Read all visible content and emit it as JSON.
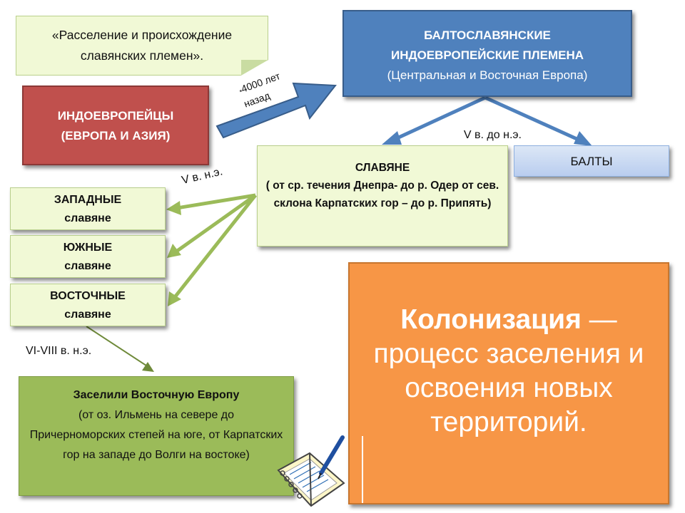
{
  "slide": {
    "title_note": "«Расселение и происхождение славянских племен».",
    "indo": {
      "line1": "ИНДОЕВРОПЕЙЦЫ",
      "line2": "(ЕВРОПА И  АЗИЯ)"
    },
    "balto": {
      "line1": "БАЛТОСЛАВЯНСКИЕ",
      "line2": "ИНДОЕВРОПЕЙСКИЕ ПЛЕМЕНА",
      "line3": "(Центральная и Восточная Европа)"
    },
    "years_ago": "4000 лет назад",
    "v_bc": "V в. до н.э.",
    "slavs": {
      "title": "СЛАВЯНЕ",
      "desc": "( от ср. течения Днепра- до р. Одер от сев. склона Карпатских гор – до р. Припять)"
    },
    "balty": "БАЛТЫ",
    "v_ad": "V в. н.э.",
    "west": {
      "name": "ЗАПАДНЫЕ",
      "sub": "славяне"
    },
    "south": {
      "name": "ЮЖНЫЕ",
      "sub": "славяне"
    },
    "east": {
      "name": "ВОСТОЧНЫЕ",
      "sub": "славяне"
    },
    "vi_viii": "VI-VIII в. н.э.",
    "settled": {
      "title": "Заселили Восточную Европу",
      "desc": "(от оз. Ильмень на севере до Причерноморских степей на юге, от  Карпатских гор на западе до Волги на востоке)"
    },
    "colonization": {
      "term": "Колонизация",
      "dash": " —",
      "definition": "процесс заселения и освоения новых территорий."
    }
  },
  "icons": [
    "notebook-pen-icon",
    "list-bullet-icon"
  ],
  "colors": {
    "red": "#c0504d",
    "blue": "#4f81bd",
    "green": "#9bbb59",
    "light_green": "#f1f9d6",
    "orange": "#f79646"
  }
}
